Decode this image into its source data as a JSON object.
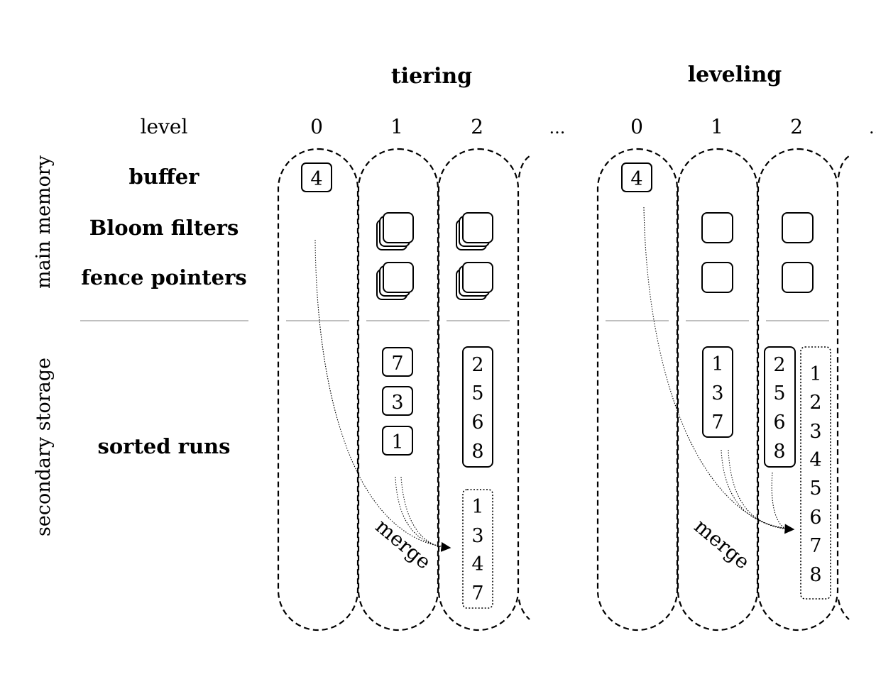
{
  "headers": {
    "tiering": "tiering",
    "leveling": "leveling",
    "level_label": "level",
    "ellipsis": "..."
  },
  "levels": [
    "0",
    "1",
    "2"
  ],
  "row_labels": {
    "buffer": "buffer",
    "bloom": "Bloom filters",
    "fence": "fence pointers",
    "sorted_runs": "sorted runs"
  },
  "side_labels": {
    "main_memory": "main memory",
    "secondary_storage": "secondary storage"
  },
  "merge_label": "merge",
  "tiering": {
    "buffer_entry": "4",
    "level1_runs": [
      [
        "7"
      ],
      [
        "3"
      ],
      [
        "1"
      ]
    ],
    "level2_runs": [
      [
        "2",
        "5",
        "6",
        "8"
      ]
    ],
    "merged_run": [
      "1",
      "3",
      "4",
      "7"
    ]
  },
  "leveling": {
    "buffer_entry": "4",
    "level1_runs": [
      [
        "1",
        "3",
        "7"
      ]
    ],
    "level2_runs": [
      [
        "2",
        "5",
        "6",
        "8"
      ]
    ],
    "merged_run": [
      "1",
      "2",
      "3",
      "4",
      "5",
      "6",
      "7",
      "8"
    ]
  }
}
